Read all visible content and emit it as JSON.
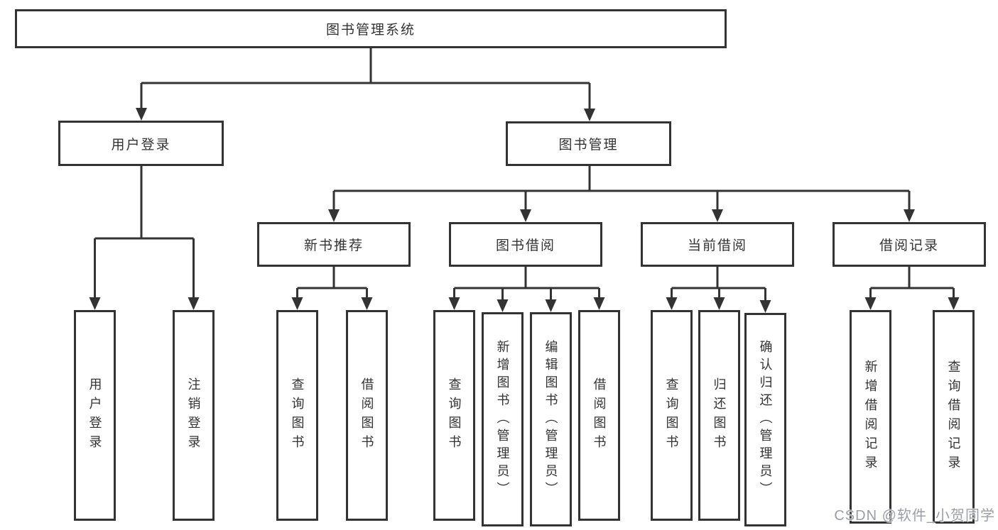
{
  "diagram": {
    "root": {
      "label": "图书管理系统"
    },
    "user_login": {
      "label": "用户登录",
      "children": {
        "login": "用户登录",
        "logout": "注销登录"
      }
    },
    "book_management": {
      "label": "图书管理",
      "new_book_recommend": {
        "label": "新书推荐",
        "children": {
          "query": "查询图书",
          "borrow": "借阅图书"
        }
      },
      "book_borrowing": {
        "label": "图书借阅",
        "children": {
          "query": "查询图书",
          "add": "新增图书（管理员）",
          "edit": "编辑图书（管理员）",
          "borrow": "借阅图书"
        }
      },
      "current_borrowing": {
        "label": "当前借阅",
        "children": {
          "query": "查询图书",
          "return": "归还图书",
          "confirm": "确认归还（管理员）"
        }
      },
      "borrow_records": {
        "label": "借阅记录",
        "children": {
          "add": "新增借阅记录",
          "query": "查询借阅记录"
        }
      }
    }
  },
  "watermark": "CSDN @软件_小贺同学",
  "colors": {
    "line": "#333333",
    "box_border": "#333333",
    "box_fill": "#ffffff",
    "text": "#333333",
    "watermark": "#9b9ea8"
  }
}
